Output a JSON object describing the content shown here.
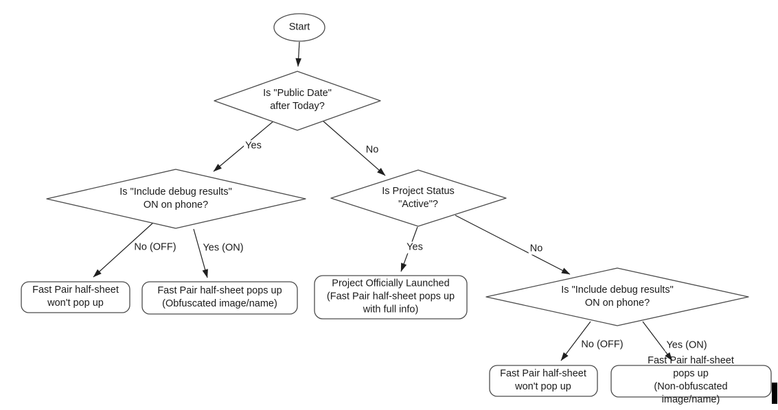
{
  "diagram": {
    "nodes": {
      "start": {
        "label": "Start",
        "shape": "ellipse"
      },
      "public_date": {
        "label": "Is \"Public Date\"\nafter Today?",
        "shape": "diamond"
      },
      "debug_left": {
        "label": "Is \"Include debug results\"\nON on phone?",
        "shape": "diamond"
      },
      "project_status": {
        "label": "Is Project Status\n\"Active\"?",
        "shape": "diamond"
      },
      "debug_right": {
        "label": "Is \"Include debug results\"\nON on phone?",
        "shape": "diamond"
      },
      "no_popup_left": {
        "label": "Fast Pair half-sheet\nwon't pop up",
        "shape": "rounded-rect"
      },
      "obfuscated": {
        "label": "Fast Pair half-sheet pops up\n(Obfuscated image/name)",
        "shape": "rounded-rect"
      },
      "launched": {
        "label": "Project Officially Launched\n(Fast Pair half-sheet pops up\nwith full info)",
        "shape": "rounded-rect"
      },
      "no_popup_right": {
        "label": "Fast Pair half-sheet\nwon't pop up",
        "shape": "rounded-rect"
      },
      "non_obfuscated": {
        "label": "Fast Pair half-sheet pops up\n(Non-obfuscated image/name)",
        "shape": "rounded-rect"
      }
    },
    "edges": {
      "start_to_public_date": {
        "label": ""
      },
      "public_date_yes": {
        "label": "Yes"
      },
      "public_date_no": {
        "label": "No"
      },
      "debug_left_no": {
        "label": "No (OFF)"
      },
      "debug_left_yes": {
        "label": "Yes (ON)"
      },
      "project_status_yes": {
        "label": "Yes"
      },
      "project_status_no": {
        "label": "No"
      },
      "debug_right_no": {
        "label": "No (OFF)"
      },
      "debug_right_yes": {
        "label": "Yes (ON)"
      }
    },
    "colors": {
      "shape_stroke": "#4a4a4a",
      "edge_stroke": "#1f1f1f",
      "node_fill": "#ffffff",
      "text": "#1a1a1a",
      "cursor": "#000000"
    }
  }
}
